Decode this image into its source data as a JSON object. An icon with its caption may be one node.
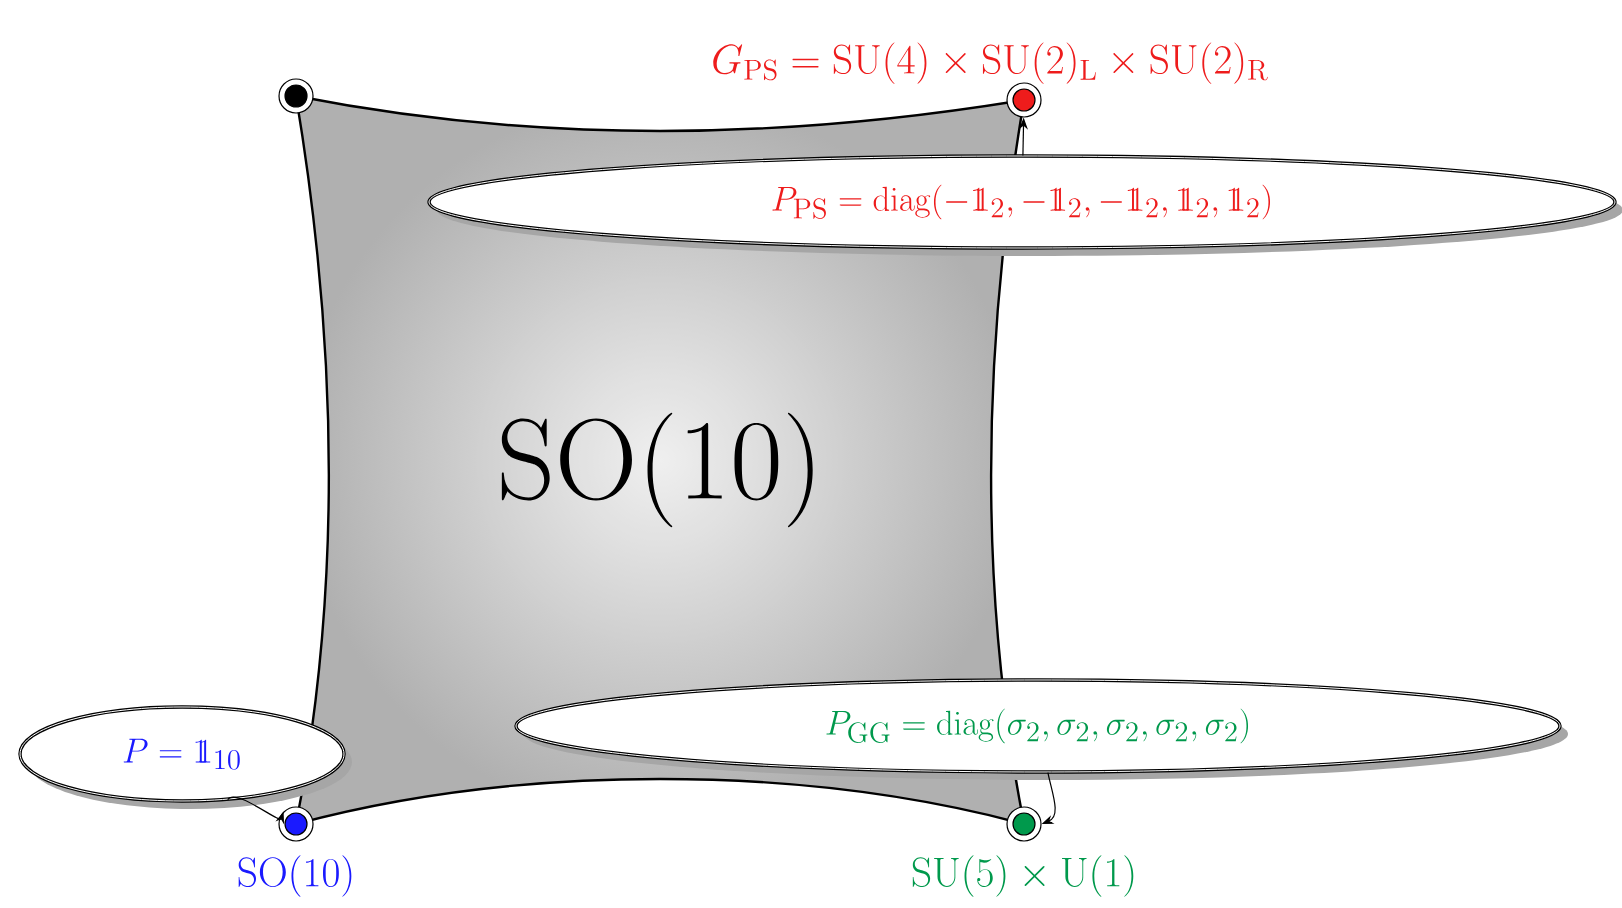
{
  "diagram": {
    "nodes": [
      {
        "text": [
          "\\mathrm{SO}(10)"
        ]
      },
      {
        "text": [],
        "shape": "circle"
      },
      {
        "text": [],
        "shape": "circle",
        "beside": [
          "G_{\\mathrm{PS}} = \\mathrm{SU}(4)\\times\\mathrm{SU}(2)_{\\mathrm{L}}\\times\\mathrm{SU}(2)_{\\mathrm{R}}"
        ]
      },
      {
        "text": [],
        "shape": "circle",
        "beside": [
          "\\mathrm{SO}(10)"
        ]
      },
      {
        "text": [],
        "shape": "circle",
        "beside": [
          "\\mathrm{SU}(5)\\times\\mathrm{U}(1)"
        ]
      },
      {
        "text": [
          "P_{\\mathrm{PS}} = \\mathrm{diag}(-1\\!\\!1_2,-1\\!\\!1_2,-1\\!\\!1_2,1\\!\\!1_2,1\\!\\!1_2)"
        ]
      },
      {
        "text": [
          "P_{\\mathrm{GG}} = \\mathrm{diag}(\\sigma_2,\\sigma_2,\\sigma_2,\\sigma_2,\\sigma_2)"
        ]
      },
      {
        "text": [
          "P = 1\\!\\!1_{10}"
        ]
      }
    ],
    "edges": [
      {
        "from": 5,
        "to": 2,
        "arrow": "to"
      },
      {
        "from": 6,
        "to": 4,
        "arrow": "to"
      },
      {
        "from": 7,
        "to": 3,
        "arrow": "to"
      }
    ]
  }
}
